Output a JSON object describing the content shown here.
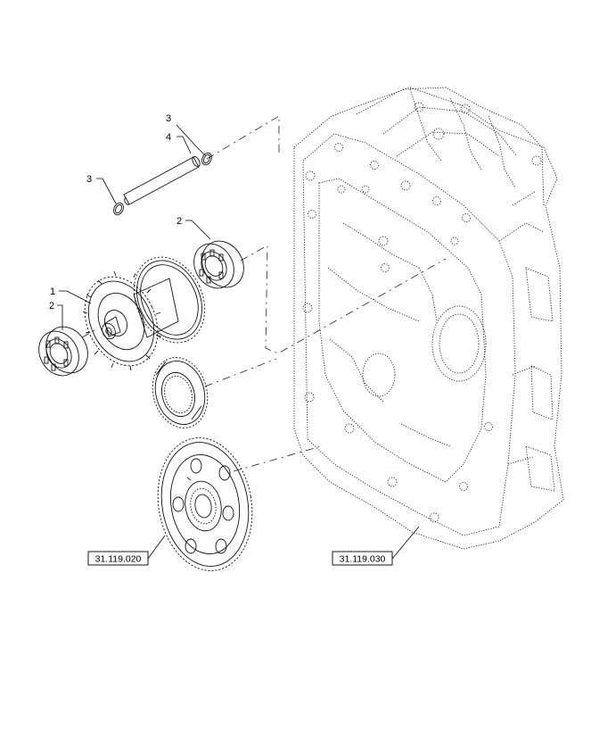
{
  "callouts": {
    "oring_top": "3",
    "pin_top": "4",
    "oring_left": "3",
    "bearing_right": "2",
    "gear_shaft": "1",
    "bearing_left": "2"
  },
  "references": {
    "gear_assembly": "31.119.020",
    "housing": "31.119.030"
  }
}
